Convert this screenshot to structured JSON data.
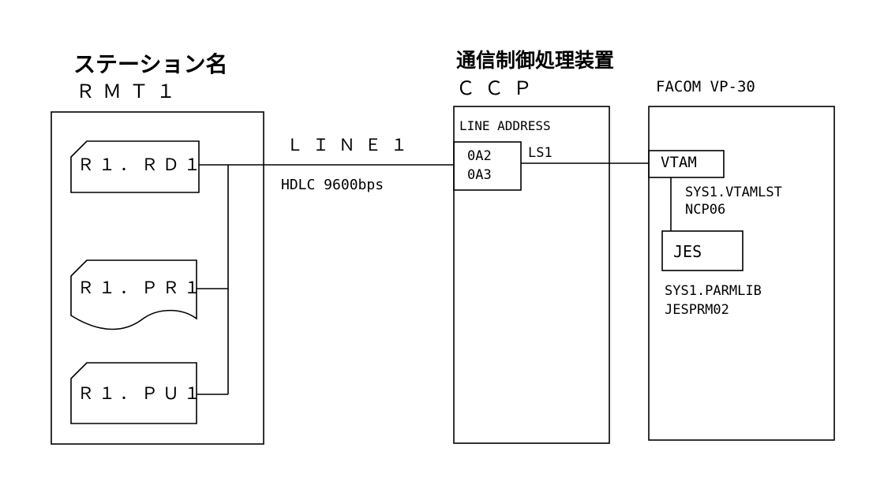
{
  "station": {
    "title": "ステーション名",
    "name": "ＲＭＴ１",
    "devices": {
      "reader": "Ｒ１．ＲＤ１",
      "printer": "Ｒ１．ＰＲ１",
      "punch": "Ｒ１．ＰＵ１"
    }
  },
  "line": {
    "name": "ＬＩＮＥ１",
    "protocol": "HDLC 9600bps"
  },
  "ccp": {
    "title": "通信制御処理装置",
    "name": "ＣＣＰ",
    "address_header": "LINE ADDRESS",
    "addresses": [
      "0A2",
      "0A3"
    ],
    "link": "LS1"
  },
  "host": {
    "title": "FACOM VP-30",
    "vtam": "VTAM",
    "vtam_lib": "SYS1.VTAMLST",
    "vtam_member": "NCP06",
    "jes": "JES",
    "jes_lib": "SYS1.PARMLIB",
    "jes_member": "JESPRM02"
  }
}
